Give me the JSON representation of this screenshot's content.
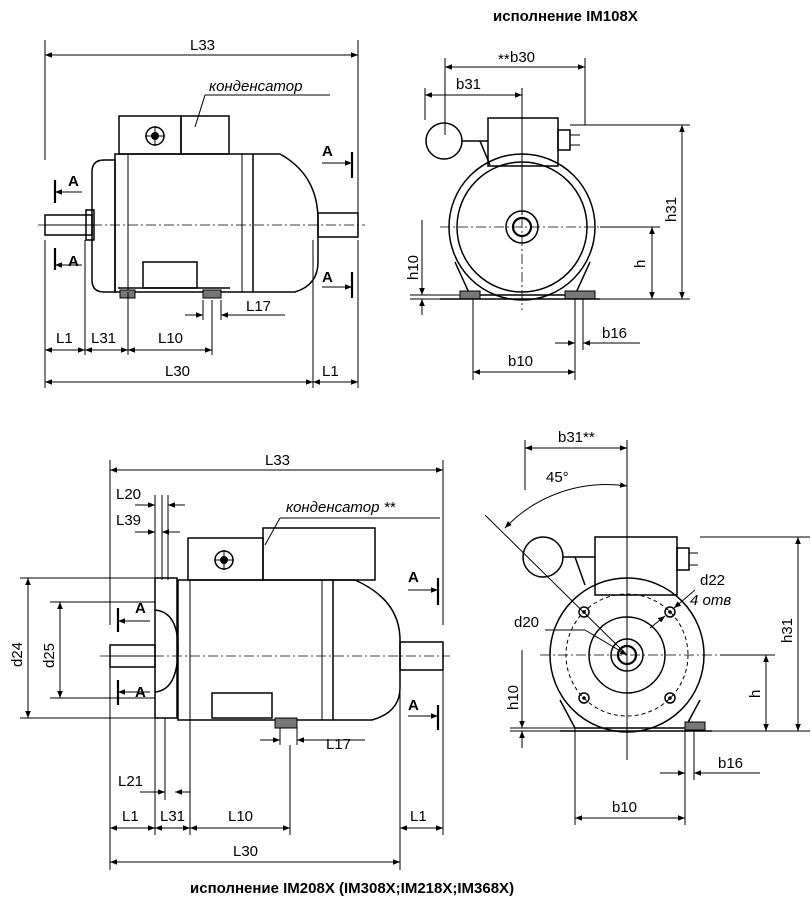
{
  "titles": {
    "top": "исполнение IM108X",
    "bottom": "исполнение IM208X (IM308X;IM218X;IM368X)"
  },
  "labels": {
    "L33": "L33",
    "L30": "L30",
    "L1": "L1",
    "L31": "L31",
    "L10": "L10",
    "L17": "L17",
    "L20": "L20",
    "L39": "L39",
    "L21": "L21",
    "b30": "b30",
    "b31": "b31",
    "b31ss": "b31**",
    "b10": "b10",
    "b16": "b16",
    "h31": "h31",
    "h10": "h10",
    "h": "h",
    "d24": "d24",
    "d25": "d25",
    "d20": "d20",
    "d22": "d22",
    "holes": "4 отв",
    "angle": "45°",
    "stars": "**",
    "condenser_top": "конденсатор",
    "condenser_bottom": "конденсатор **",
    "section": "A"
  }
}
